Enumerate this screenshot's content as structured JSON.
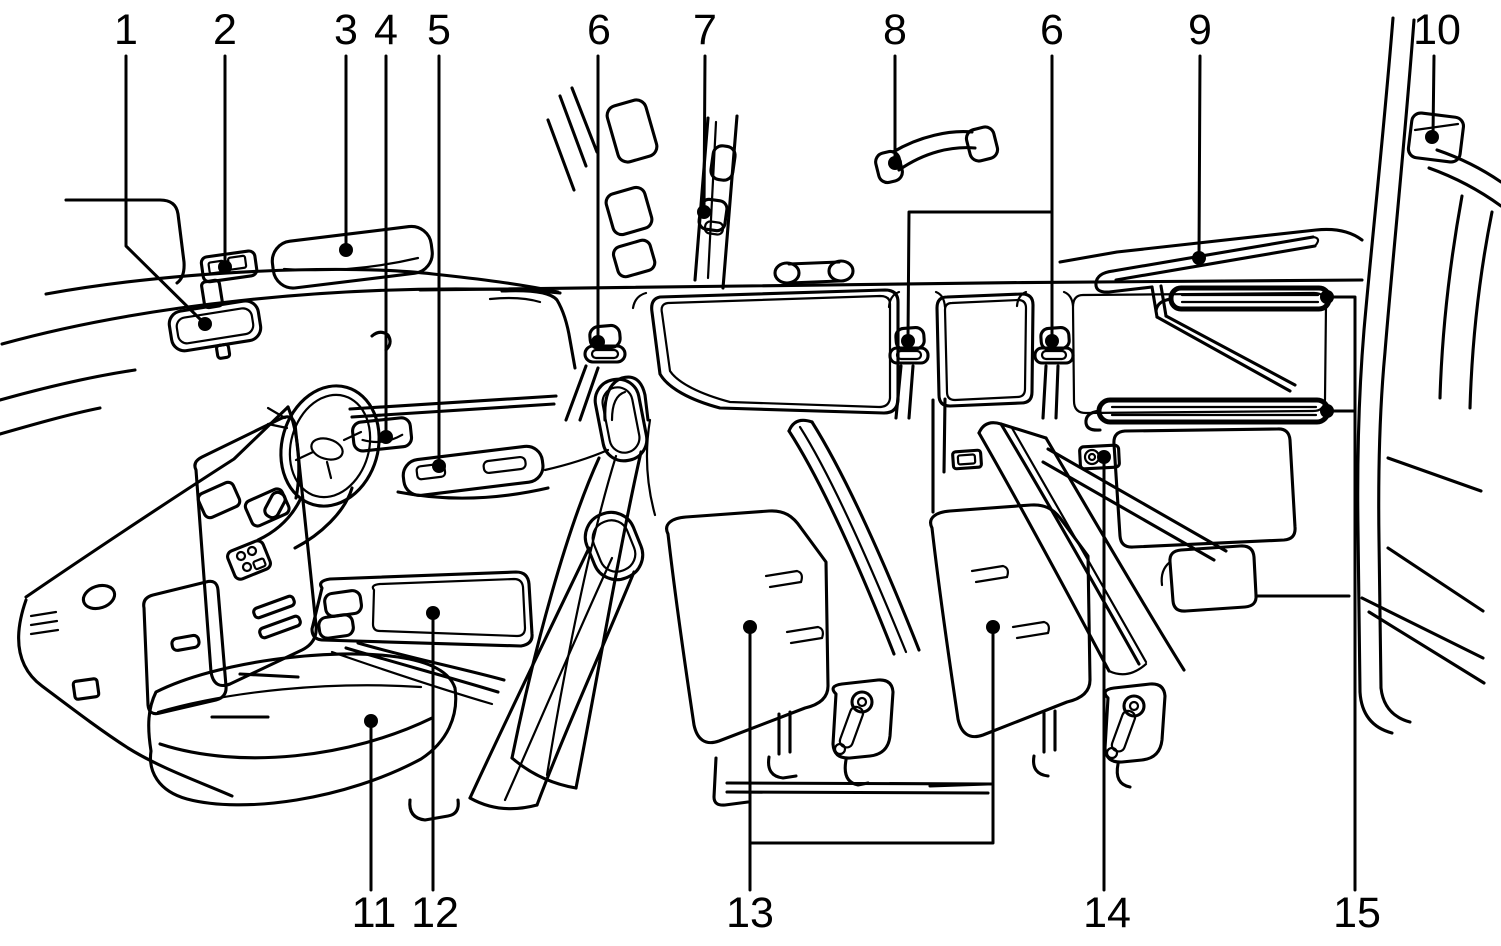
{
  "figure": {
    "kind": "vehicle-interior-callout-line-diagram",
    "background": "#ffffff",
    "line_color": "#000000",
    "label_color": "#000000",
    "callouts_top": [
      {
        "label": "1"
      },
      {
        "label": "2"
      },
      {
        "label": "3"
      },
      {
        "label": "4"
      },
      {
        "label": "5"
      },
      {
        "label": "6"
      },
      {
        "label": "7"
      },
      {
        "label": "8"
      },
      {
        "label": "6"
      },
      {
        "label": "9"
      },
      {
        "label": "10"
      }
    ],
    "callouts_bottom": [
      {
        "label": "11"
      },
      {
        "label": "12"
      },
      {
        "label": "13"
      },
      {
        "label": "14"
      },
      {
        "label": "15"
      }
    ]
  }
}
